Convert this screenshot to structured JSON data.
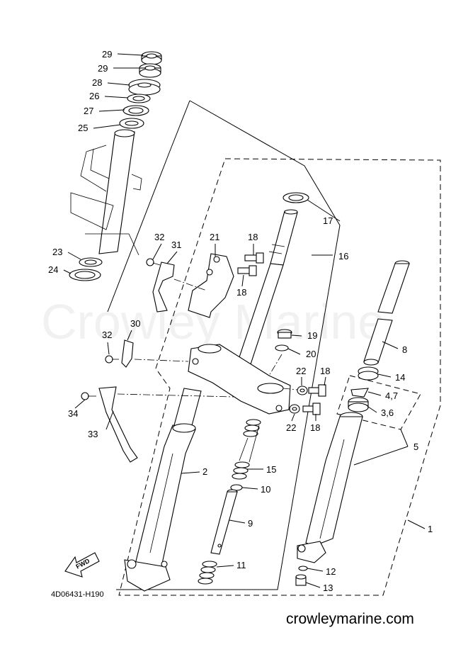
{
  "diagram": {
    "watermark": "Crowley Marine",
    "drawing_code": "4D06431-H190",
    "site": "crowleymarine.com",
    "fwd_label": "FWD",
    "callouts": [
      {
        "id": "c29a",
        "text": "29"
      },
      {
        "id": "c29b",
        "text": "29"
      },
      {
        "id": "c28",
        "text": "28"
      },
      {
        "id": "c26",
        "text": "26"
      },
      {
        "id": "c27",
        "text": "27"
      },
      {
        "id": "c25",
        "text": "25"
      },
      {
        "id": "c23",
        "text": "23"
      },
      {
        "id": "c24",
        "text": "24"
      },
      {
        "id": "c32a",
        "text": "32"
      },
      {
        "id": "c31",
        "text": "31"
      },
      {
        "id": "c21",
        "text": "21"
      },
      {
        "id": "c18a",
        "text": "18"
      },
      {
        "id": "c18b",
        "text": "18"
      },
      {
        "id": "c17",
        "text": "17"
      },
      {
        "id": "c16",
        "text": "16"
      },
      {
        "id": "c32b",
        "text": "32"
      },
      {
        "id": "c30",
        "text": "30"
      },
      {
        "id": "c19",
        "text": "19"
      },
      {
        "id": "c20",
        "text": "20"
      },
      {
        "id": "c22a",
        "text": "22"
      },
      {
        "id": "c18c",
        "text": "18"
      },
      {
        "id": "c22b",
        "text": "22"
      },
      {
        "id": "c18d",
        "text": "18"
      },
      {
        "id": "c8",
        "text": "8"
      },
      {
        "id": "c14",
        "text": "14"
      },
      {
        "id": "c47",
        "text": "4,7"
      },
      {
        "id": "c36",
        "text": "3,6"
      },
      {
        "id": "c5",
        "text": "5"
      },
      {
        "id": "c34",
        "text": "34"
      },
      {
        "id": "c33",
        "text": "33"
      },
      {
        "id": "c2",
        "text": "2"
      },
      {
        "id": "c15",
        "text": "15"
      },
      {
        "id": "c10",
        "text": "10"
      },
      {
        "id": "c9",
        "text": "9"
      },
      {
        "id": "c11",
        "text": "11"
      },
      {
        "id": "c1",
        "text": "1"
      },
      {
        "id": "c12",
        "text": "12"
      },
      {
        "id": "c13",
        "text": "13"
      }
    ]
  }
}
